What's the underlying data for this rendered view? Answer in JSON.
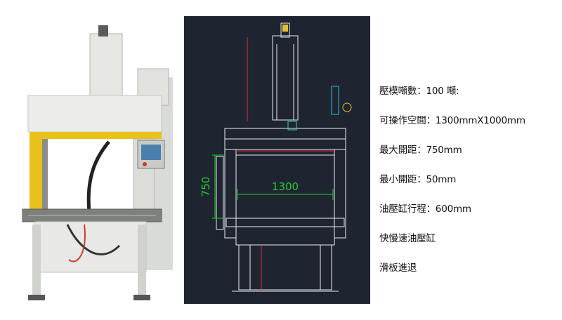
{
  "drawing": {
    "height_dim": "750",
    "width_dim": "1300",
    "colors": {
      "background": "#1f2530",
      "line": "#e8ecf0",
      "dim": "#22cc33",
      "accent": "#e03030"
    }
  },
  "specs": [
    "壓模噸數：100 噸:",
    "可操作空間：1300mmX1000mm",
    "最大開距：750mm",
    "最小開距：50mm",
    "油壓缸行程：600mm",
    "快慢速油壓缸",
    "滑板進退"
  ]
}
